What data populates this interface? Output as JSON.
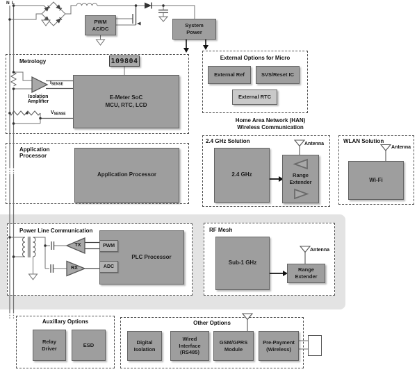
{
  "colors": {
    "block_fill": "#9e9e9e",
    "block_border": "#636363",
    "light_block_fill": "#c9c9c9",
    "band_fill": "#e3e3e3",
    "wire": "#707070",
    "dashed_border": "#4d4d4d"
  },
  "rails": {
    "n": "N",
    "l": "L"
  },
  "top": {
    "pwm_acdc": "PWM\nAC/DC",
    "system_power": "System\nPower"
  },
  "metrology": {
    "title": "Metrology",
    "lcd_value": "109804",
    "soc": "E-Meter SoC\nMCU, RTC, LCD",
    "iso_amp": "Isolation\nAmplifier",
    "isense_main": "I",
    "isense_sub": "SENSE",
    "vsense_main": "V",
    "vsense_sub": "SENSE"
  },
  "ext_micro": {
    "title": "External Options for Micro",
    "external_ref": "External Ref",
    "svs_reset": "SVS/Reset IC",
    "external_rtc": "External RTC"
  },
  "app": {
    "label": "Application\nProcessor",
    "block": "Application Processor"
  },
  "han": {
    "line1": "Home Area Network (HAN)",
    "line2": "Wireless Communication"
  },
  "ghz24": {
    "title": "2.4 GHz Solution",
    "radio": "2.4 GHz",
    "range_extender": "Range\nExtender",
    "antenna": "Antenna"
  },
  "wlan": {
    "title": "WLAN Solution",
    "wifi": "Wi-Fi",
    "antenna": "Antenna"
  },
  "plc": {
    "title": "Power Line Communication",
    "tx": "TX",
    "rx": "RX",
    "pwm": "PWM",
    "adc": "ADC",
    "processor": "PLC Processor"
  },
  "rfmesh": {
    "title": "RF Mesh",
    "radio": "Sub-1 GHz",
    "range_extender": "Range\nExtender",
    "antenna": "Antenna"
  },
  "aux": {
    "title": "Auxillary Options",
    "relay_driver": "Relay\nDriver",
    "esd": "ESD"
  },
  "other": {
    "title": "Other Options",
    "digital_isolation": "Digital\nIsolation",
    "wired_interface": "Wired\nInterface\n(RS485)",
    "gsm_module": "GSM/GPRS\nModule",
    "prepayment": "Pre-Payment\n(Wireless)"
  }
}
